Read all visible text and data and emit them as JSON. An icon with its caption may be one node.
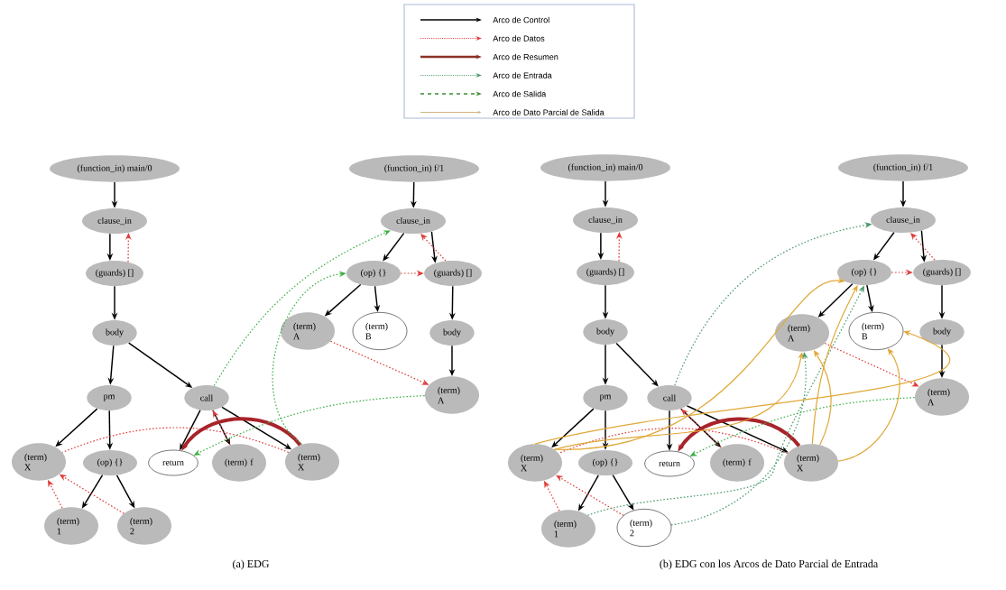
{
  "diagram": {
    "nodes": [
      {
        "text": [
          "(function_in) main/0"
        ]
      },
      {
        "text": [
          "clause_in"
        ]
      },
      {
        "text": [
          "(guards) []"
        ]
      },
      {
        "text": [
          "body"
        ]
      },
      {
        "text": [
          "pm"
        ]
      },
      {
        "text": [
          "call"
        ]
      },
      {
        "text": [
          "(term) X"
        ]
      },
      {
        "text": [
          "(op) {}"
        ]
      },
      {
        "text": [
          "return"
        ]
      },
      {
        "text": [
          "(term) f"
        ]
      },
      {
        "text": [
          "(term) X"
        ]
      },
      {
        "text": [
          "(term) 1"
        ]
      },
      {
        "text": [
          "(term) 2"
        ]
      },
      {
        "text": [
          "(function_in) f/1"
        ]
      },
      {
        "text": [
          "clause_in"
        ]
      },
      {
        "text": [
          "(op) {}"
        ]
      },
      {
        "text": [
          "(guards) []"
        ]
      },
      {
        "text": [
          "(term) A"
        ]
      },
      {
        "text": [
          "(term) B"
        ]
      },
      {
        "text": [
          "body"
        ]
      },
      {
        "text": [
          "(term) A"
        ]
      },
      {
        "text": [
          "(function_in) main/0"
        ]
      },
      {
        "text": [
          "clause_in"
        ]
      },
      {
        "text": [
          "(guards) []"
        ]
      },
      {
        "text": [
          "body"
        ]
      },
      {
        "text": [
          "pm"
        ]
      },
      {
        "text": [
          "call"
        ]
      },
      {
        "text": [
          "(term) X"
        ]
      },
      {
        "text": [
          "(op) {}"
        ]
      },
      {
        "text": [
          "return"
        ]
      },
      {
        "text": [
          "(term) f"
        ]
      },
      {
        "text": [
          "(term) X"
        ]
      },
      {
        "text": [
          "(term) 1"
        ]
      },
      {
        "text": [
          "(term) 2"
        ]
      },
      {
        "text": [
          "(function_in) f/1"
        ]
      },
      {
        "text": [
          "clause_in"
        ]
      },
      {
        "text": [
          "(op) {}"
        ]
      },
      {
        "text": [
          "(guards) []"
        ]
      },
      {
        "text": [
          "(term) A"
        ]
      },
      {
        "text": [
          "(term) B"
        ]
      },
      {
        "text": [
          "body"
        ]
      },
      {
        "text": [
          "(term) A"
        ]
      }
    ],
    "edges": [
      {
        "from": 0,
        "to": 1,
        "arrow": "to"
      },
      {
        "from": 1,
        "to": 2,
        "arrow": "to"
      },
      {
        "from": 2,
        "to": 3,
        "arrow": "to"
      },
      {
        "from": 3,
        "to": 4,
        "arrow": "to"
      },
      {
        "from": 3,
        "to": 5,
        "arrow": "to"
      },
      {
        "from": 4,
        "to": 6,
        "arrow": "to"
      },
      {
        "from": 4,
        "to": 7,
        "arrow": "to"
      },
      {
        "from": 7,
        "to": 11,
        "arrow": "to"
      },
      {
        "from": 7,
        "to": 12,
        "arrow": "to"
      },
      {
        "from": 5,
        "to": 8,
        "arrow": "to"
      },
      {
        "from": 5,
        "to": 9,
        "arrow": "to"
      },
      {
        "from": 5,
        "to": 10,
        "arrow": "to"
      },
      {
        "from": 13,
        "to": 14,
        "arrow": "to"
      },
      {
        "from": 14,
        "to": 15,
        "arrow": "to"
      },
      {
        "from": 14,
        "to": 16,
        "arrow": "to"
      },
      {
        "from": 15,
        "to": 17,
        "arrow": "to"
      },
      {
        "from": 15,
        "to": 18,
        "arrow": "to"
      },
      {
        "from": 16,
        "to": 19,
        "arrow": "to"
      },
      {
        "from": 19,
        "to": 20,
        "arrow": "to"
      },
      {
        "from": 2,
        "to": 1,
        "arrow": "to",
        "style": "dashed",
        "color": "#e03a3a"
      },
      {
        "from": 11,
        "to": 6,
        "arrow": "to",
        "style": "dashed",
        "color": "#e03a3a"
      },
      {
        "from": 12,
        "to": 6,
        "arrow": "to",
        "style": "dashed",
        "color": "#e03a3a"
      },
      {
        "from": 9,
        "to": 5,
        "arrow": "to",
        "style": "dashed",
        "color": "#e03a3a"
      },
      {
        "from": 15,
        "to": 16,
        "arrow": "to",
        "style": "dashed",
        "color": "#e03a3a"
      },
      {
        "from": 16,
        "to": 14,
        "arrow": "to",
        "style": "dashed",
        "color": "#e03a3a"
      },
      {
        "from": 17,
        "to": 20,
        "arrow": "to",
        "style": "dashed",
        "color": "#e03a3a"
      },
      {
        "from": 10,
        "to": 6,
        "arrow": "none",
        "style": "dashed",
        "color": "#e03a3a"
      },
      {
        "from": 10,
        "to": 8,
        "arrow": "to",
        "style": "thick",
        "color": "#a8232a"
      },
      {
        "from": 5,
        "to": 14,
        "arrow": "to",
        "style": "dashed",
        "color": "#3cb043"
      },
      {
        "from": 10,
        "to": 15,
        "arrow": "to",
        "style": "dashed",
        "color": "#3cb043"
      },
      {
        "from": 20,
        "to": 8,
        "arrow": "to",
        "style": "dashed",
        "color": "#3cb043"
      },
      {
        "from": 21,
        "to": 22,
        "arrow": "to"
      },
      {
        "from": 22,
        "to": 23,
        "arrow": "to"
      },
      {
        "from": 23,
        "to": 24,
        "arrow": "to"
      },
      {
        "from": 24,
        "to": 25,
        "arrow": "to"
      },
      {
        "from": 24,
        "to": 26,
        "arrow": "to"
      },
      {
        "from": 25,
        "to": 27,
        "arrow": "to"
      },
      {
        "from": 25,
        "to": 28,
        "arrow": "to"
      },
      {
        "from": 28,
        "to": 32,
        "arrow": "to"
      },
      {
        "from": 28,
        "to": 33,
        "arrow": "to"
      },
      {
        "from": 26,
        "to": 29,
        "arrow": "to"
      },
      {
        "from": 26,
        "to": 30,
        "arrow": "to"
      },
      {
        "from": 26,
        "to": 31,
        "arrow": "to"
      },
      {
        "from": 34,
        "to": 35,
        "arrow": "to"
      },
      {
        "from": 35,
        "to": 36,
        "arrow": "to"
      },
      {
        "from": 35,
        "to": 37,
        "arrow": "to"
      },
      {
        "from": 36,
        "to": 38,
        "arrow": "to"
      },
      {
        "from": 36,
        "to": 39,
        "arrow": "to"
      },
      {
        "from": 37,
        "to": 40,
        "arrow": "to"
      },
      {
        "from": 40,
        "to": 41,
        "arrow": "to"
      },
      {
        "from": 23,
        "to": 22,
        "arrow": "to",
        "style": "dashed",
        "color": "#e03a3a"
      },
      {
        "from": 32,
        "to": 27,
        "arrow": "to",
        "style": "dashed",
        "color": "#e03a3a"
      },
      {
        "from": 33,
        "to": 27,
        "arrow": "to",
        "style": "dashed",
        "color": "#e03a3a"
      },
      {
        "from": 30,
        "to": 26,
        "arrow": "to",
        "style": "dashed",
        "color": "#e03a3a"
      },
      {
        "from": 36,
        "to": 37,
        "arrow": "to",
        "style": "dashed",
        "color": "#e03a3a"
      },
      {
        "from": 37,
        "to": 35,
        "arrow": "to",
        "style": "dashed",
        "color": "#e03a3a"
      },
      {
        "from": 38,
        "to": 41,
        "arrow": "to",
        "style": "dashed",
        "color": "#e03a3a"
      },
      {
        "from": 31,
        "to": 27,
        "arrow": "none",
        "style": "dashed",
        "color": "#e03a3a"
      },
      {
        "from": 31,
        "to": 29,
        "arrow": "to",
        "style": "thick",
        "color": "#a8232a"
      },
      {
        "from": 41,
        "to": 29,
        "arrow": "to",
        "style": "dashed",
        "color": "#3cb043"
      },
      {
        "from": 26,
        "to": 35,
        "arrow": "to",
        "style": "dashed",
        "color": "#4a9a6a"
      },
      {
        "from": 32,
        "to": 36,
        "arrow": "to",
        "style": "dashed",
        "color": "#4a9a6a"
      },
      {
        "from": 33,
        "to": 38,
        "arrow": "to",
        "style": "dashed",
        "color": "#4a9a6a"
      },
      {
        "from": 27,
        "to": 36,
        "arrow": "to",
        "color": "#e0a838"
      },
      {
        "from": 27,
        "to": 38,
        "arrow": "to",
        "color": "#e0a838"
      },
      {
        "from": 27,
        "to": 39,
        "arrow": "to",
        "color": "#e0a838"
      },
      {
        "from": 31,
        "to": 36,
        "arrow": "to",
        "color": "#e0a838"
      },
      {
        "from": 31,
        "to": 38,
        "arrow": "to",
        "color": "#e0a838"
      },
      {
        "from": 31,
        "to": 39,
        "arrow": "to",
        "color": "#e0a838"
      }
    ],
    "labels": [
      "(a) EDG",
      "(b) EDG con los Arcos de Dato Parcial de Entrada"
    ],
    "legend": [
      {
        "text": "Arco de Control"
      },
      {
        "text": "Arco de Datos"
      },
      {
        "text": "Arco de Resumen"
      },
      {
        "text": "Arco de Entrada"
      },
      {
        "text": "Arco de Salida"
      },
      {
        "text": "Arco de Dato Parcial de Salida"
      }
    ]
  }
}
